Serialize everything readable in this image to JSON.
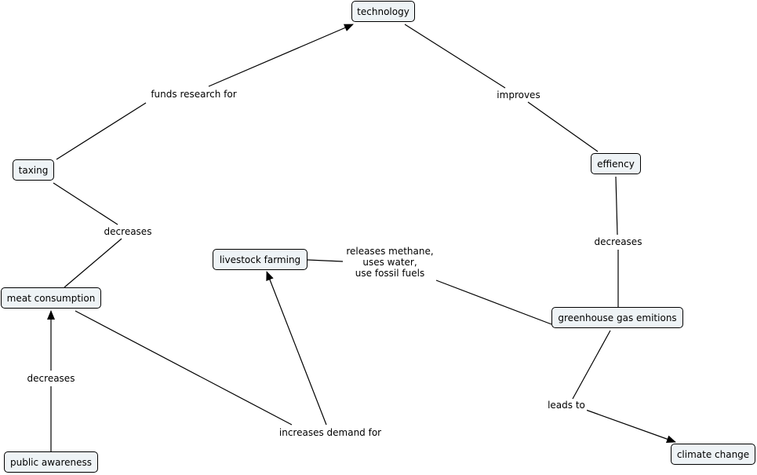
{
  "concepts": {
    "technology": "technology",
    "taxing": "taxing",
    "effiency": "effiency",
    "livestock_farming": "livestock farming",
    "meat_consumption": "meat consumption",
    "greenhouse_gas_emitions": "greenhouse gas emitions",
    "public_awareness": "public awareness",
    "climate_change": "climate change"
  },
  "links": {
    "funds_research_for": "funds research for",
    "improves": "improves",
    "decreases_taxing": "decreases",
    "decreases_effiency": "decreases",
    "decreases_awareness": "decreases",
    "releases": [
      "releases methane,",
      "uses water,",
      "use fossil fuels"
    ],
    "increases_demand_for": "increases demand for",
    "leads_to": "leads to"
  },
  "colors": {
    "node_fill": "#eef3f6",
    "line": "#000000"
  }
}
